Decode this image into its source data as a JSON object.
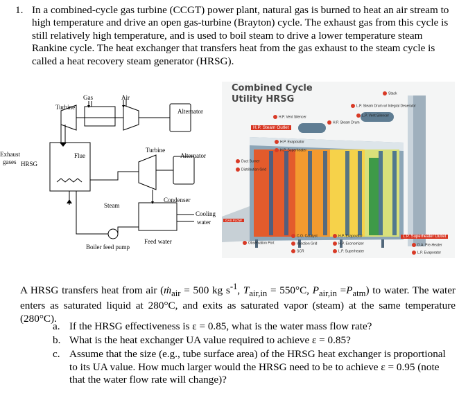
{
  "question": {
    "number": "1.",
    "intro": "In a combined-cycle gas turbine (CCGT) power plant, natural gas is burned to heat an air stream to high temperature and drive an open gas-turbine (Brayton) cycle. The exhaust gas from this cycle is still relatively high temperature, and is used to boil steam to drive a lower temperature steam Rankine cycle. The heat exchanger that transfers heat from the gas exhaust to the steam cycle is called a heat recovery steam generator (HRSG)."
  },
  "cycle_diagram": {
    "gas": "Gas",
    "air": "Air",
    "turbine_top": "Turbine",
    "alternator_top": "Alternator",
    "exhaust": "Exhaust",
    "gases": "gases",
    "flue": "Flue",
    "hrsg": "HRSG",
    "turbine_mid": "Turbine",
    "alternator_mid": "Alternator",
    "condenser": "Condenser",
    "steam": "Steam",
    "cooling": "Cooling",
    "water": "water",
    "feed_water": "Feed water",
    "boiler_feed_pump": "Boiler feed pump"
  },
  "photo": {
    "title_line1": "Combined Cycle",
    "title_line2": "Utility HRSG",
    "hp_steam_outlet": "H.P. Steam Outlet",
    "lp_superheater_outlet": "L.P. Superheater Outlet",
    "gas_flow": "GAS FLOW",
    "tags": {
      "stack": "Stack",
      "lp_drum": "L.P. Steam Drum w/ Integral Deaerator",
      "lp_silencer": "L.P. Vent Silencer",
      "hp_silencer": "H.P. Vent Silencer",
      "hp_drum": "H.P. Steam Drum",
      "hp_evaporator": "H.P. Evaporator",
      "hp_superheater": "H.P. Superheater",
      "duct_burner": "Duct Burner",
      "distribution_grid": "Distribution Grid",
      "observation_port": "Observation Port",
      "co_catalyst": "C.O. Catalyst",
      "injection_grid": "Injection Grid",
      "scr": "SCR",
      "hp_evaporator_low": "H.P. Evaporator",
      "hp_economizer": "H.P. Economizer",
      "lp_superheater": "L.P. Superheater",
      "da_preheater": "D.A. Pre-Heater",
      "lp_evaporator": "L.P. Evaporator"
    }
  },
  "problem": {
    "p1": "A HRSG transfers heat from air (",
    "mdot": "ṁ",
    "air_sub": "air",
    "p2": " = 500 kg s",
    "exp": "-1",
    "p3": ", ",
    "T": "T",
    "t_sub": "air,in",
    "p4": " = 550°C, ",
    "P": "P",
    "p_sub": "air,in",
    "p5": " =",
    "Patm": "P",
    "atm_sub": "atm",
    "p6": ") to water. The water enters as saturated liquid at 280°C, and exits as saturated vapor (steam) at the same temperature (280°C).",
    "items": [
      {
        "marker": "a.",
        "text": "If the HRSG effectiveness is ε = 0.85, what is the water mass flow rate?"
      },
      {
        "marker": "b.",
        "text": "What is the heat exchanger UA value required to achieve ε = 0.85?"
      },
      {
        "marker": "c.",
        "text": "Assume that the size (e.g., tube surface area) of the HRSG heat exchanger is proportional to its UA value. How much larger would the HRSG need to be to achieve ε = 0.95 (note that the water flow rate will change)?"
      }
    ]
  }
}
